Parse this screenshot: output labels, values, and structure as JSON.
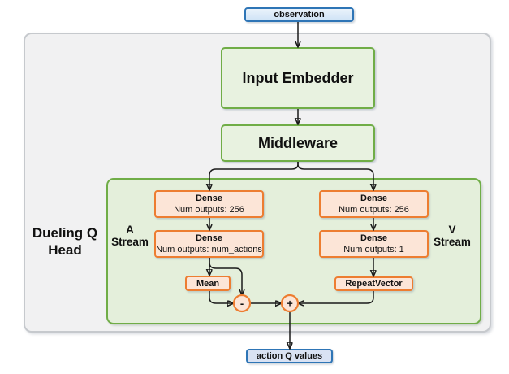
{
  "diagram": {
    "nodes": {
      "observation": {
        "label": "observation"
      },
      "input_embedder": {
        "label": "Input Embedder"
      },
      "middleware": {
        "label": "Middleware"
      },
      "dense_a1": {
        "title": "Dense",
        "subtitle": "Num outputs: 256"
      },
      "dense_a2": {
        "title": "Dense",
        "subtitle": "Num outputs: num_actions"
      },
      "mean": {
        "label": "Mean"
      },
      "dense_v1": {
        "title": "Dense",
        "subtitle": "Num outputs: 256"
      },
      "dense_v2": {
        "title": "Dense",
        "subtitle": "Num outputs: 1"
      },
      "repeat_vector": {
        "label": "RepeatVector"
      },
      "subtract_op": {
        "label": "-"
      },
      "add_op": {
        "label": "+"
      },
      "action_q_values": {
        "label": "action Q values"
      }
    },
    "labels": {
      "head": "Dueling Q Head",
      "a_stream": "A Stream",
      "v_stream": "V Stream"
    },
    "colors": {
      "blue_border": "#2e75b6",
      "blue_fill": "#d6e6f6",
      "green_border": "#70ad47",
      "green_fill": "#e8f2e0",
      "dueling_container_fill": "#e4efdb",
      "orange_border": "#ed7d31",
      "orange_fill": "#fce5d7",
      "outer_container_fill": "#f1f1f2",
      "outer_container_border": "#c6c9cd",
      "line": "#1a1a1a"
    }
  }
}
